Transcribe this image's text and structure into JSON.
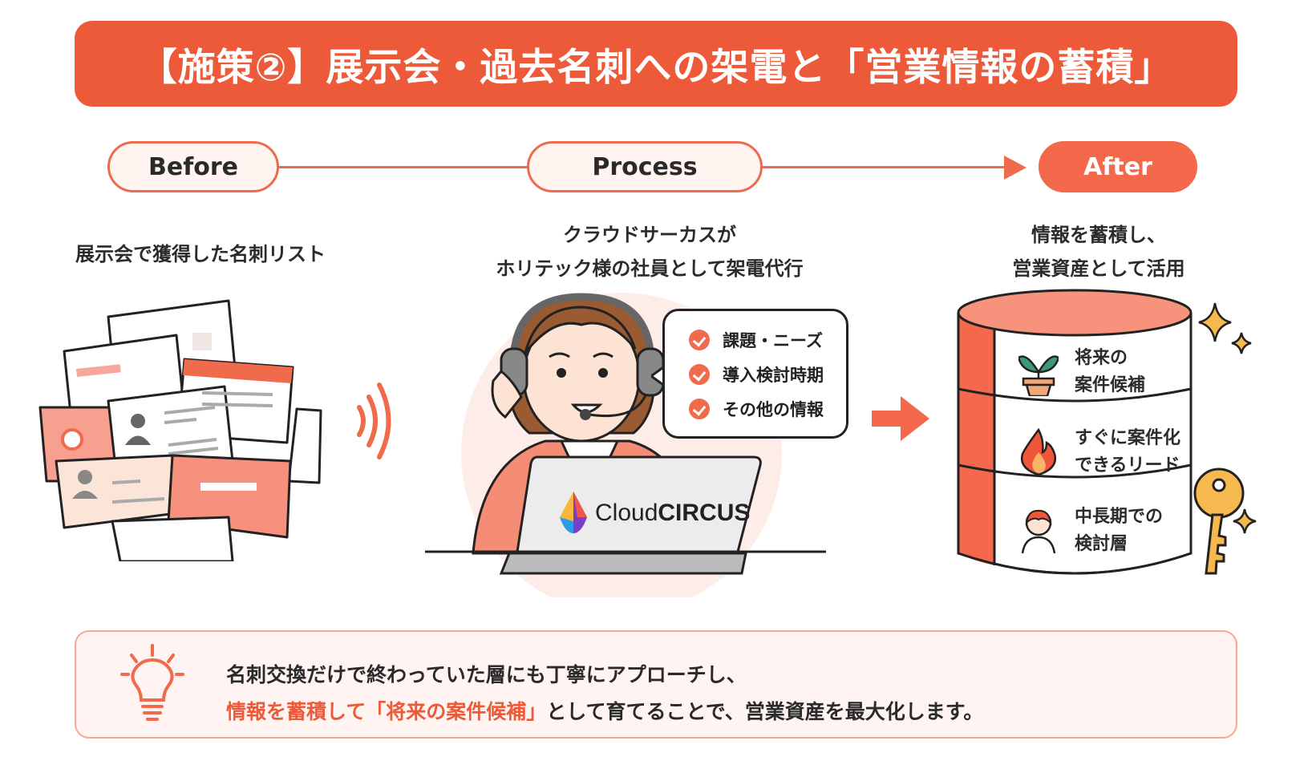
{
  "title": "【施策②】展示会・過去名刺への架電と「営業情報の蓄積」",
  "flow": {
    "steps": [
      {
        "label": "Before",
        "caption": [
          "展示会で獲得した名刺リスト"
        ]
      },
      {
        "label": "Process",
        "caption": [
          "クラウドサーカスが",
          "ホリテック様の社員として架電代行"
        ]
      },
      {
        "label": "After",
        "caption": [
          "情報を蓄積し、",
          "営業資産として活用"
        ]
      }
    ]
  },
  "process": {
    "checklist": [
      "課題・ニーズ",
      "導入検討時期",
      "その他の情報"
    ],
    "laptop_logo": {
      "light": "Cloud",
      "bold": "CIRCUS"
    }
  },
  "database": {
    "layers": [
      {
        "icon": "plant-icon",
        "lines": [
          "将来の",
          "案件候補"
        ]
      },
      {
        "icon": "fire-icon",
        "lines": [
          "すぐに案件化",
          "できるリード"
        ]
      },
      {
        "icon": "person-icon",
        "lines": [
          "中長期での",
          "検討層"
        ]
      }
    ]
  },
  "summary": {
    "line1": "名刺交換だけで終わっていた層にも丁寧にアプローチし、",
    "line2_highlight": "情報を蓄積して「将来の案件候補」",
    "line2_rest": "として育てることで、営業資産を最大化します。"
  },
  "colors": {
    "accent": "#ec5a3a",
    "accent_light": "#f4684b",
    "pale": "#fff4f1",
    "key_gold": "#f5b94f"
  }
}
